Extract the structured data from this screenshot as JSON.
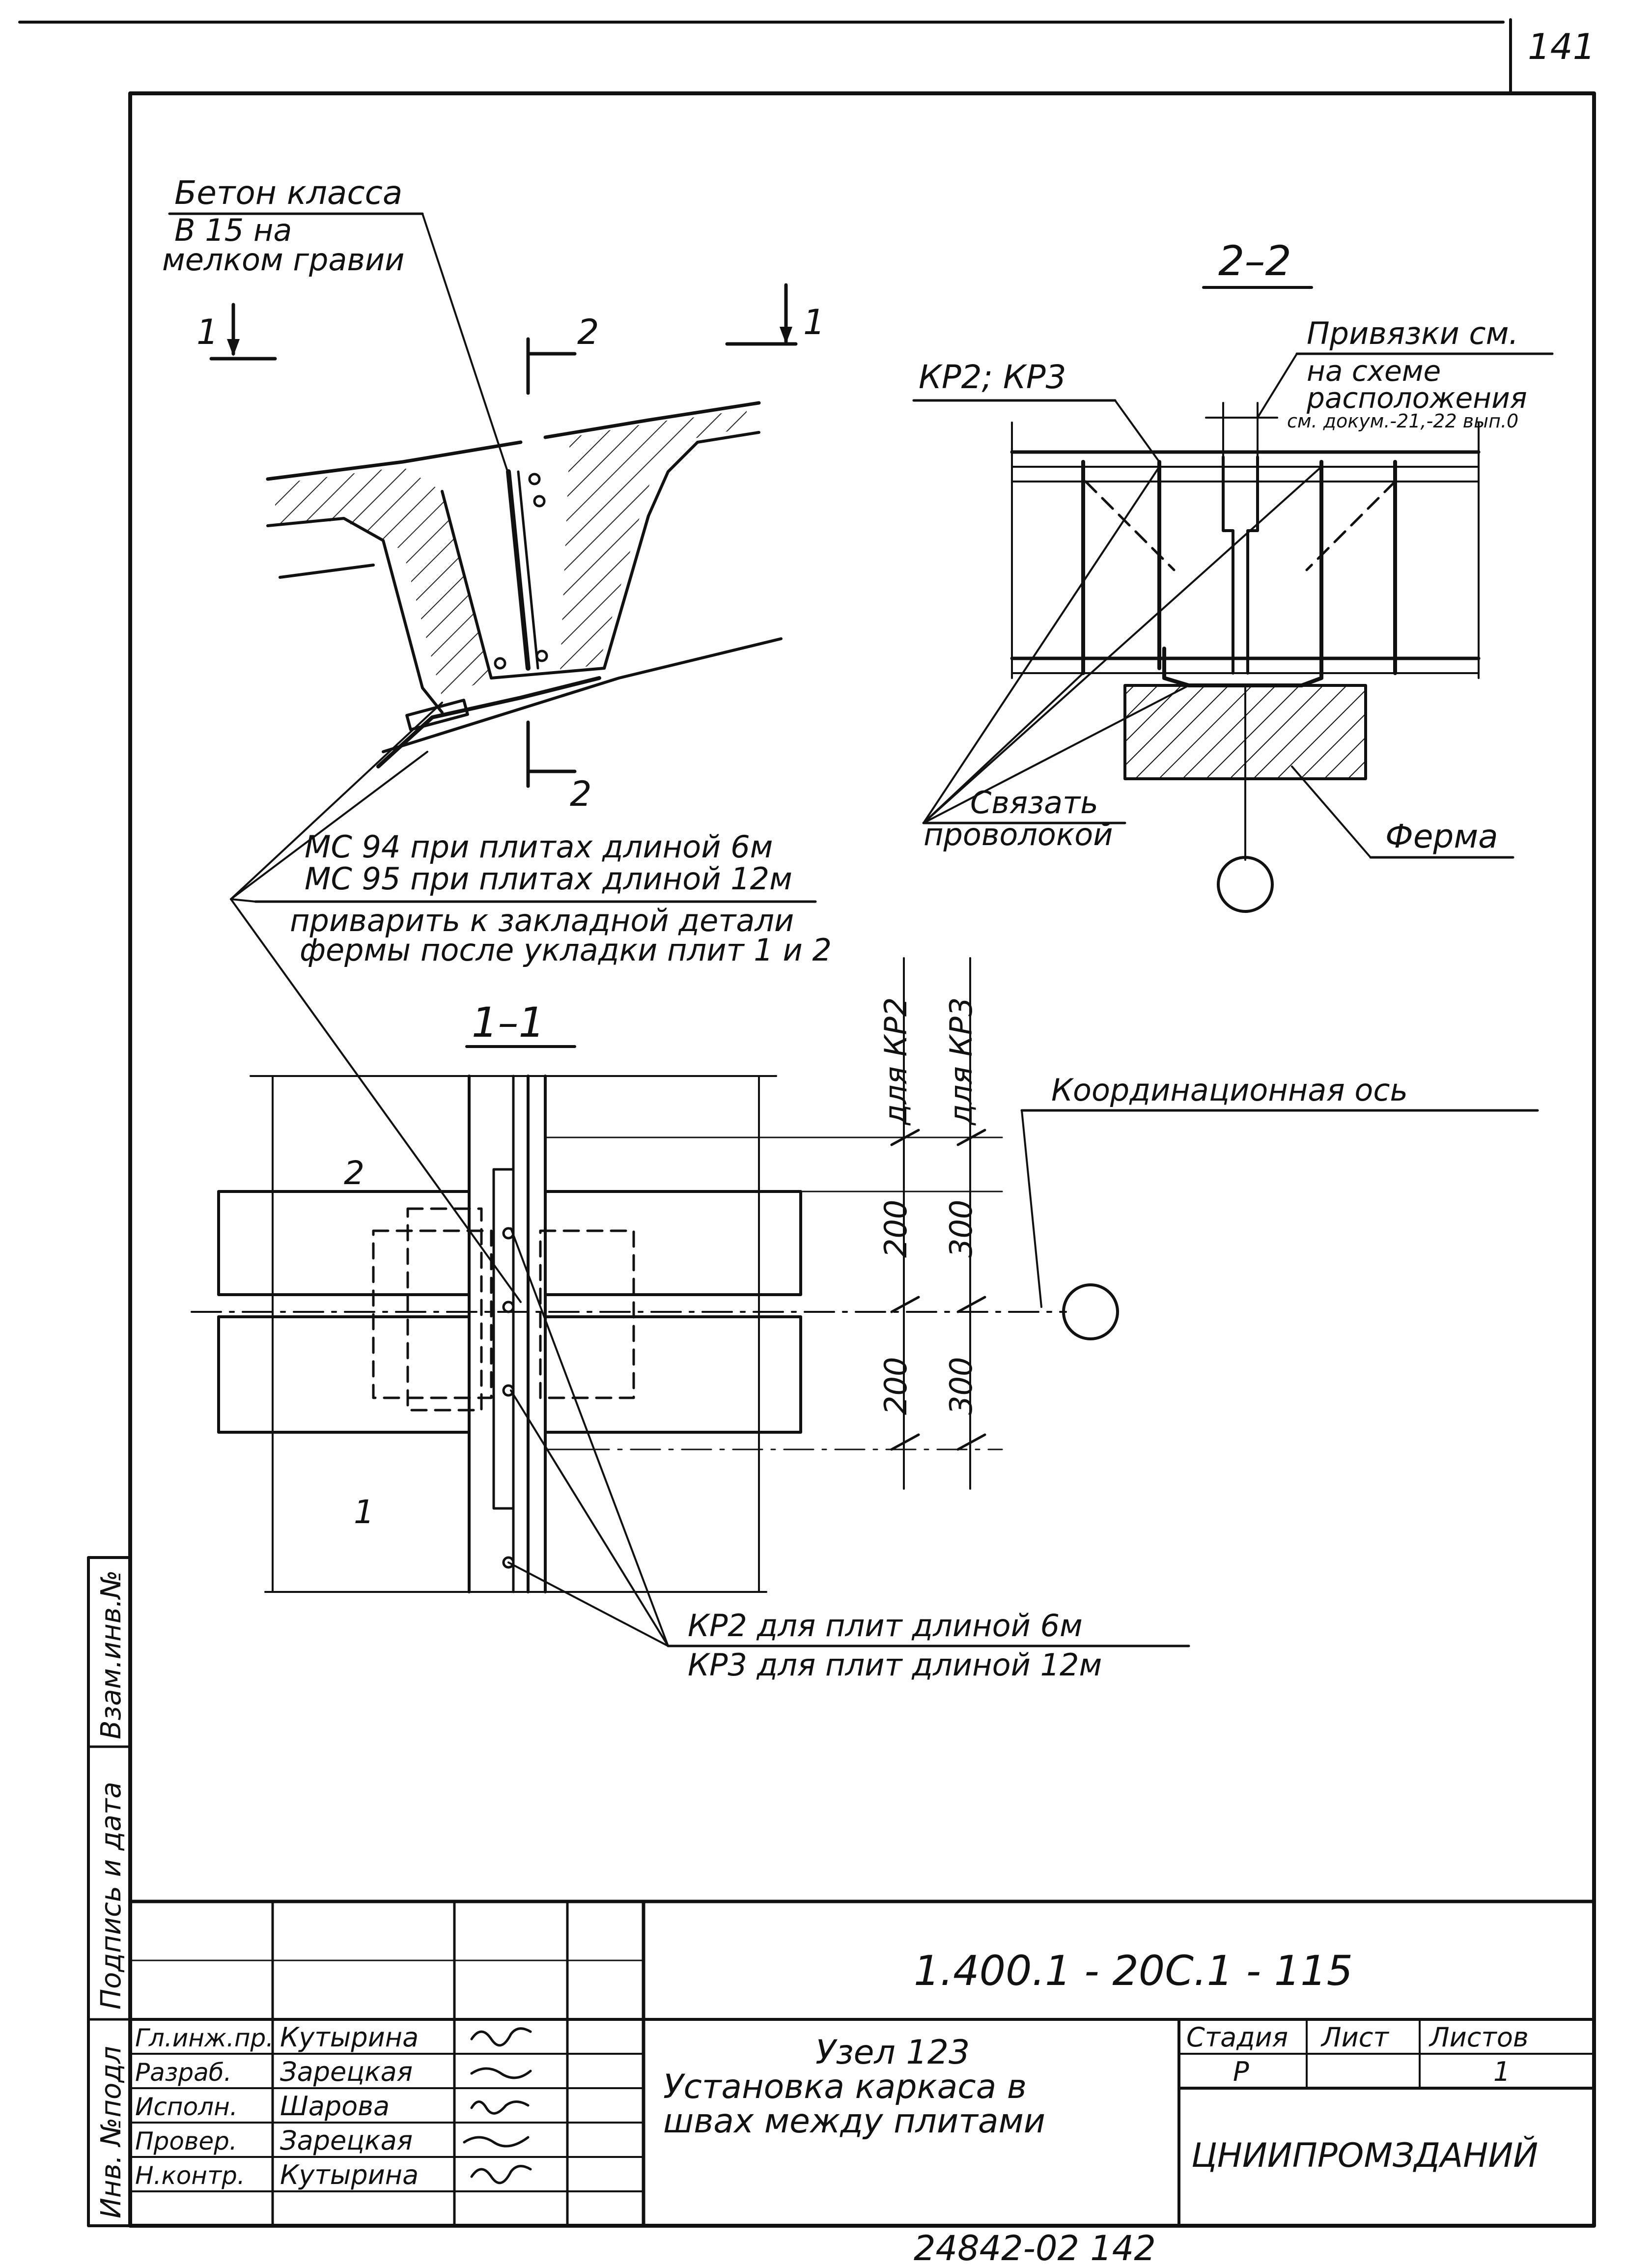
{
  "page_number": "141",
  "node_a": {
    "concrete_label": [
      "Бетон класса",
      "В 15   на",
      "мелком гравии"
    ],
    "section_mark_1": "1",
    "section_mark_2": "2",
    "mc_label": [
      "МС 94 при плитах длиной 6м",
      "МС 95 при плитах длиной 12м"
    ],
    "weld_note": [
      "приварить к закладной детали",
      "фермы после укладки плит 1 и 2"
    ]
  },
  "section_2_2": {
    "title": "2–2",
    "kr_label": "КР2; КР3",
    "ref_note": [
      "Привязки см.",
      "на схеме",
      "расположения",
      "см. докум.-21,-22 вып.0"
    ],
    "tie_label": [
      "Связать",
      "проволокой"
    ],
    "truss_label": "Ферма"
  },
  "section_1_1": {
    "title": "1–1",
    "col_labels": [
      "для КР2",
      "для КР3"
    ],
    "dims_kr2": [
      "200",
      "200"
    ],
    "dims_kr3": [
      "300",
      "300"
    ],
    "axis_label": "Координационная ось",
    "plate_marks": [
      "2",
      "1"
    ],
    "kr_note": [
      "КР2 для плит длиной 6м",
      "КР3 для плит длиной 12м"
    ]
  },
  "side_stamp": [
    "Инв. №подл",
    "Подпись и дата",
    "Взам.инв.№"
  ],
  "title_block": {
    "doc_code": "1.400.1 - 20С.1 - 115",
    "roles": [
      "Гл.инж.пр.",
      "Разраб.",
      "Исполн.",
      "Провер.",
      "Н.контр."
    ],
    "names": [
      "Кутырина",
      "Зарецкая",
      "Шарова",
      "Зарецкая",
      "Кутырина"
    ],
    "title_lines": [
      "Узел 123",
      "Установка каркаса в",
      "швах между плитами"
    ],
    "stage_header": "Стадия",
    "sheet_header": "Лист",
    "sheets_header": "Листов",
    "stage_value": "Р",
    "sheets_value": "1",
    "org": "ЦНИИПРОМЗДАНИЙ"
  },
  "bottom_code": "24842-02   142"
}
